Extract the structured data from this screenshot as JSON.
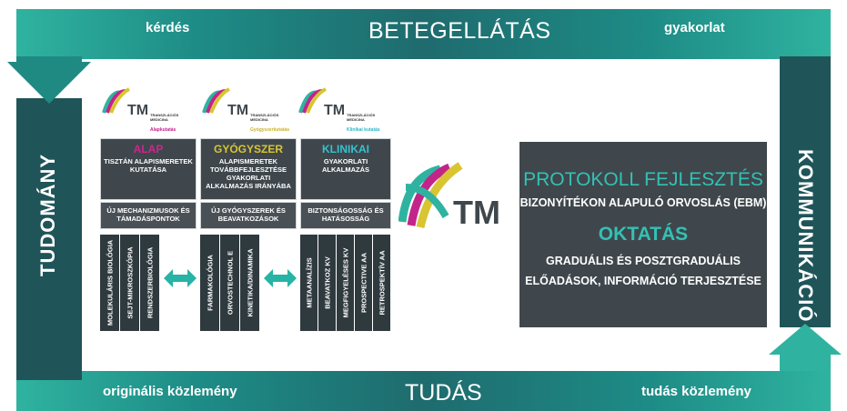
{
  "frame": {
    "top_title": "BETEGELLÁTÁS",
    "top_left": "kérdés",
    "top_right": "gyakorlat",
    "bottom_title": "TUDÁS",
    "bottom_left": "originális közlemény",
    "bottom_right": "tudás közlemény",
    "left_vertical": "TUDOMÁNY",
    "right_vertical": "KOMMUNIKÁCIÓ"
  },
  "columns": [
    {
      "logo_text": "TM",
      "logo_small": "TRANSZLÁCIÓS MEDICINA",
      "logo_sub": "Alapkutatás",
      "logo_sub_color": "#c2248a",
      "title": "ALAP",
      "title_color": "#d1248f",
      "subtitle": "TISZTÁN ALAPISMERETEK KUTATÁSA",
      "middle": "ÚJ MECHANIZMUSOK ÉS TÁMADÁSPONTOK",
      "strips": [
        "MOLEKULÁRIS BIOLÓGIA",
        "SEJT-MIKROSZKÓPIA",
        "RENDSZERBIOLÓGIA"
      ]
    },
    {
      "logo_text": "TM",
      "logo_small": "TRANSZLÁCIÓS MEDICINA",
      "logo_sub": "Gyógyszerkutatás",
      "logo_sub_color": "#c9b12a",
      "title": "GYÓGYSZER",
      "title_color": "#d8c531",
      "subtitle": "ALAPISMERETEK TOVÁBBFEJLESZTÉSE GYAKORLATI ALKALMAZÁS IRÁNYÁBA",
      "middle": "ÚJ GYÓGYSZEREK ÉS BEAVATKOZÁSOK",
      "strips": [
        "FARMAKOLÓGIA",
        "ORVOSTECHNOL E",
        "KINETIKA/DINAMIKA"
      ]
    },
    {
      "logo_text": "TM",
      "logo_small": "TRANSZLÁCIÓS MEDICINA",
      "logo_sub": "Klinikai kutatás",
      "logo_sub_color": "#2bb7c4",
      "title": "KLINIKAI",
      "title_color": "#35c2d0",
      "subtitle": "GYAKORLATI ALKALMAZÁS",
      "middle": "BIZTONSÁGOSSÁG ÉS HATÁSOSSÁG",
      "strips": [
        "METAANALÍZIS",
        "BEAVATKOZ KV",
        "MEGFIGYELÉSES KV",
        "PROSPECTIVE AA",
        "RETROSPEKTÍV AA"
      ]
    }
  ],
  "center_logo": "TM",
  "panel": {
    "heading1": "PROTOKOLL FEJLESZTÉS",
    "line1": "BIZONYÍTÉKON ALAPULÓ ORVOSLÁS (EBM)",
    "heading2": "OKTATÁS",
    "line2": "GRADUÁLIS ÉS POSZTGRADUÁLIS",
    "line3": "ELŐADÁSOK, INFORMÁCIÓ TERJESZTÉSE",
    "heading_color": "#33c1b4"
  },
  "colors": {
    "teal_light": "#2fb3a0",
    "teal_dark": "#1f5559",
    "box_dark": "#3f474c",
    "arrow": "#27b3a5"
  }
}
